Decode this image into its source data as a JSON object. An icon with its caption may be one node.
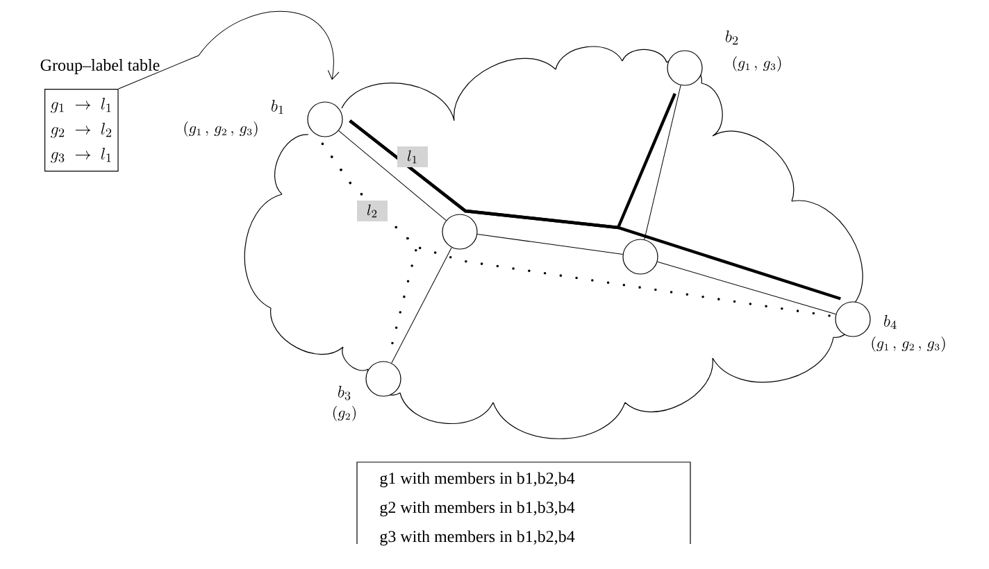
{
  "diagram": {
    "nodes": [
      {
        "text": [
          "Group–label table",
          "g_1 \\;\\rightarrow\\; l_1",
          "g_2 \\;\\rightarrow\\; l_2",
          "g_3 \\;\\rightarrow\\; l_1"
        ]
      },
      {
        "text": [],
        "shape": "circle",
        "beside": [
          "b_1",
          "(g_1\\,,\\,g_2\\,,\\,g_3)"
        ]
      },
      {
        "text": [],
        "shape": "circle",
        "beside": [
          "b_2",
          "(g_1\\,,\\,g_3)"
        ]
      },
      {
        "text": [],
        "shape": "circle",
        "beside": [
          "b_3",
          "(g_2)"
        ]
      },
      {
        "text": [],
        "shape": "circle",
        "beside": [
          "b_4",
          "(g_1\\,,\\,g_2\\,,\\,g_3)"
        ]
      },
      {
        "text": [],
        "shape": "circle"
      },
      {
        "text": [],
        "shape": "circle"
      },
      {
        "text": [
          "g1 with members in b1,b2,b4",
          "g2 with members in b1,b3,b4",
          "g3 with members in b1,b2,b4"
        ]
      }
    ],
    "edges": [
      {
        "from": 0,
        "to": 1,
        "arrow": "to"
      },
      {
        "from": 1,
        "to": 5,
        "arrow": "none"
      },
      {
        "from": 5,
        "to": 6,
        "arrow": "none"
      },
      {
        "from": 6,
        "to": 4,
        "arrow": "none"
      },
      {
        "from": 6,
        "to": 2,
        "arrow": "none"
      },
      {
        "from": 5,
        "to": 3,
        "arrow": "none"
      },
      {
        "from": 1,
        "to": 4,
        "arrow": "none",
        "style": "thick",
        "label": "l_1"
      },
      {
        "from": 1,
        "to": 2,
        "arrow": "none",
        "style": "thick"
      },
      {
        "from": 1,
        "to": 3,
        "arrow": "none",
        "style": "dashed",
        "label": "l_2"
      },
      {
        "from": 1,
        "to": 4,
        "arrow": "none",
        "style": "dashed"
      }
    ]
  }
}
